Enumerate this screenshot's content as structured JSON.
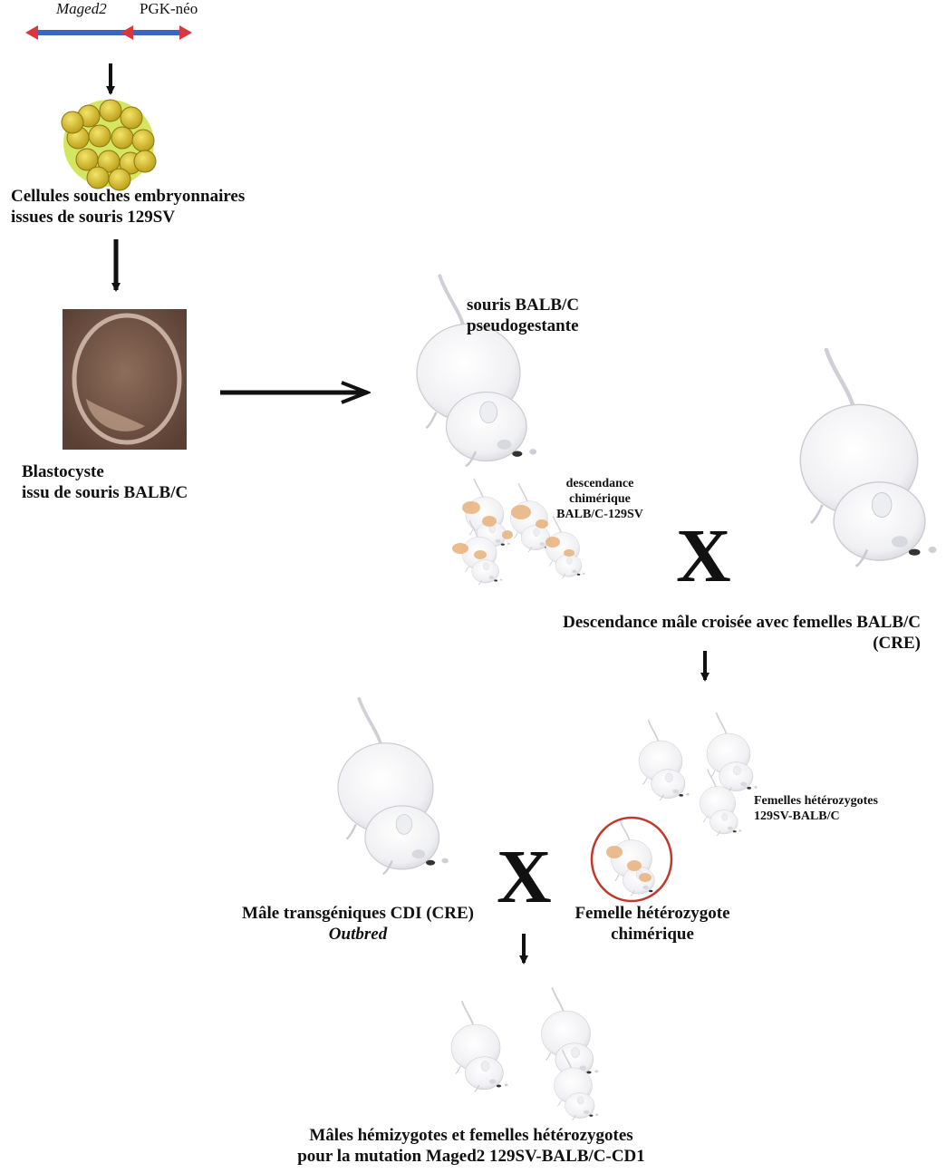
{
  "construct": {
    "gene_label": "Maged2",
    "cassette_label": "PGK-néo",
    "gene_color": "#3a66c4",
    "arrow_color": "#d9363e"
  },
  "step1": {
    "line1": "Cellules souches embryonnaires",
    "line2": "issues de souris  129SV"
  },
  "step2": {
    "line1": "Blastocyste",
    "line2": "issu de souris BALB/C"
  },
  "host": {
    "line1": "souris BALB/C",
    "line2": "pseudogestante"
  },
  "chimeric_offspring": {
    "line1": "descendance",
    "line2": "chimérique",
    "line3": "BALB/C-129SV"
  },
  "cross1": {
    "symbol": "X",
    "line1": "Descendance mâle croisée avec femelles BALB/C",
    "line2": "(CRE)"
  },
  "heterozygous_females": {
    "line1": "Femelles hétérozygotes",
    "line2": "129SV-BALB/C"
  },
  "cross2": {
    "symbol": "X",
    "male_line1": "Mâle transgéniques CDI (CRE)",
    "male_line2": "Outbred",
    "female_line1": "Femelle hétérozygote",
    "female_line2": "chimérique",
    "highlight_color": "#c0392b"
  },
  "result": {
    "line1": "Mâles hémizygotes et femelles hétérozygotes",
    "line2": "pour la mutation Maged2 129SV-BALB/C-CD1"
  },
  "colors": {
    "chimera_patch": "#e8b27a",
    "es_cell": "#d8c220",
    "es_halo": "#c9e03a",
    "embryo": "#7a5a48"
  }
}
